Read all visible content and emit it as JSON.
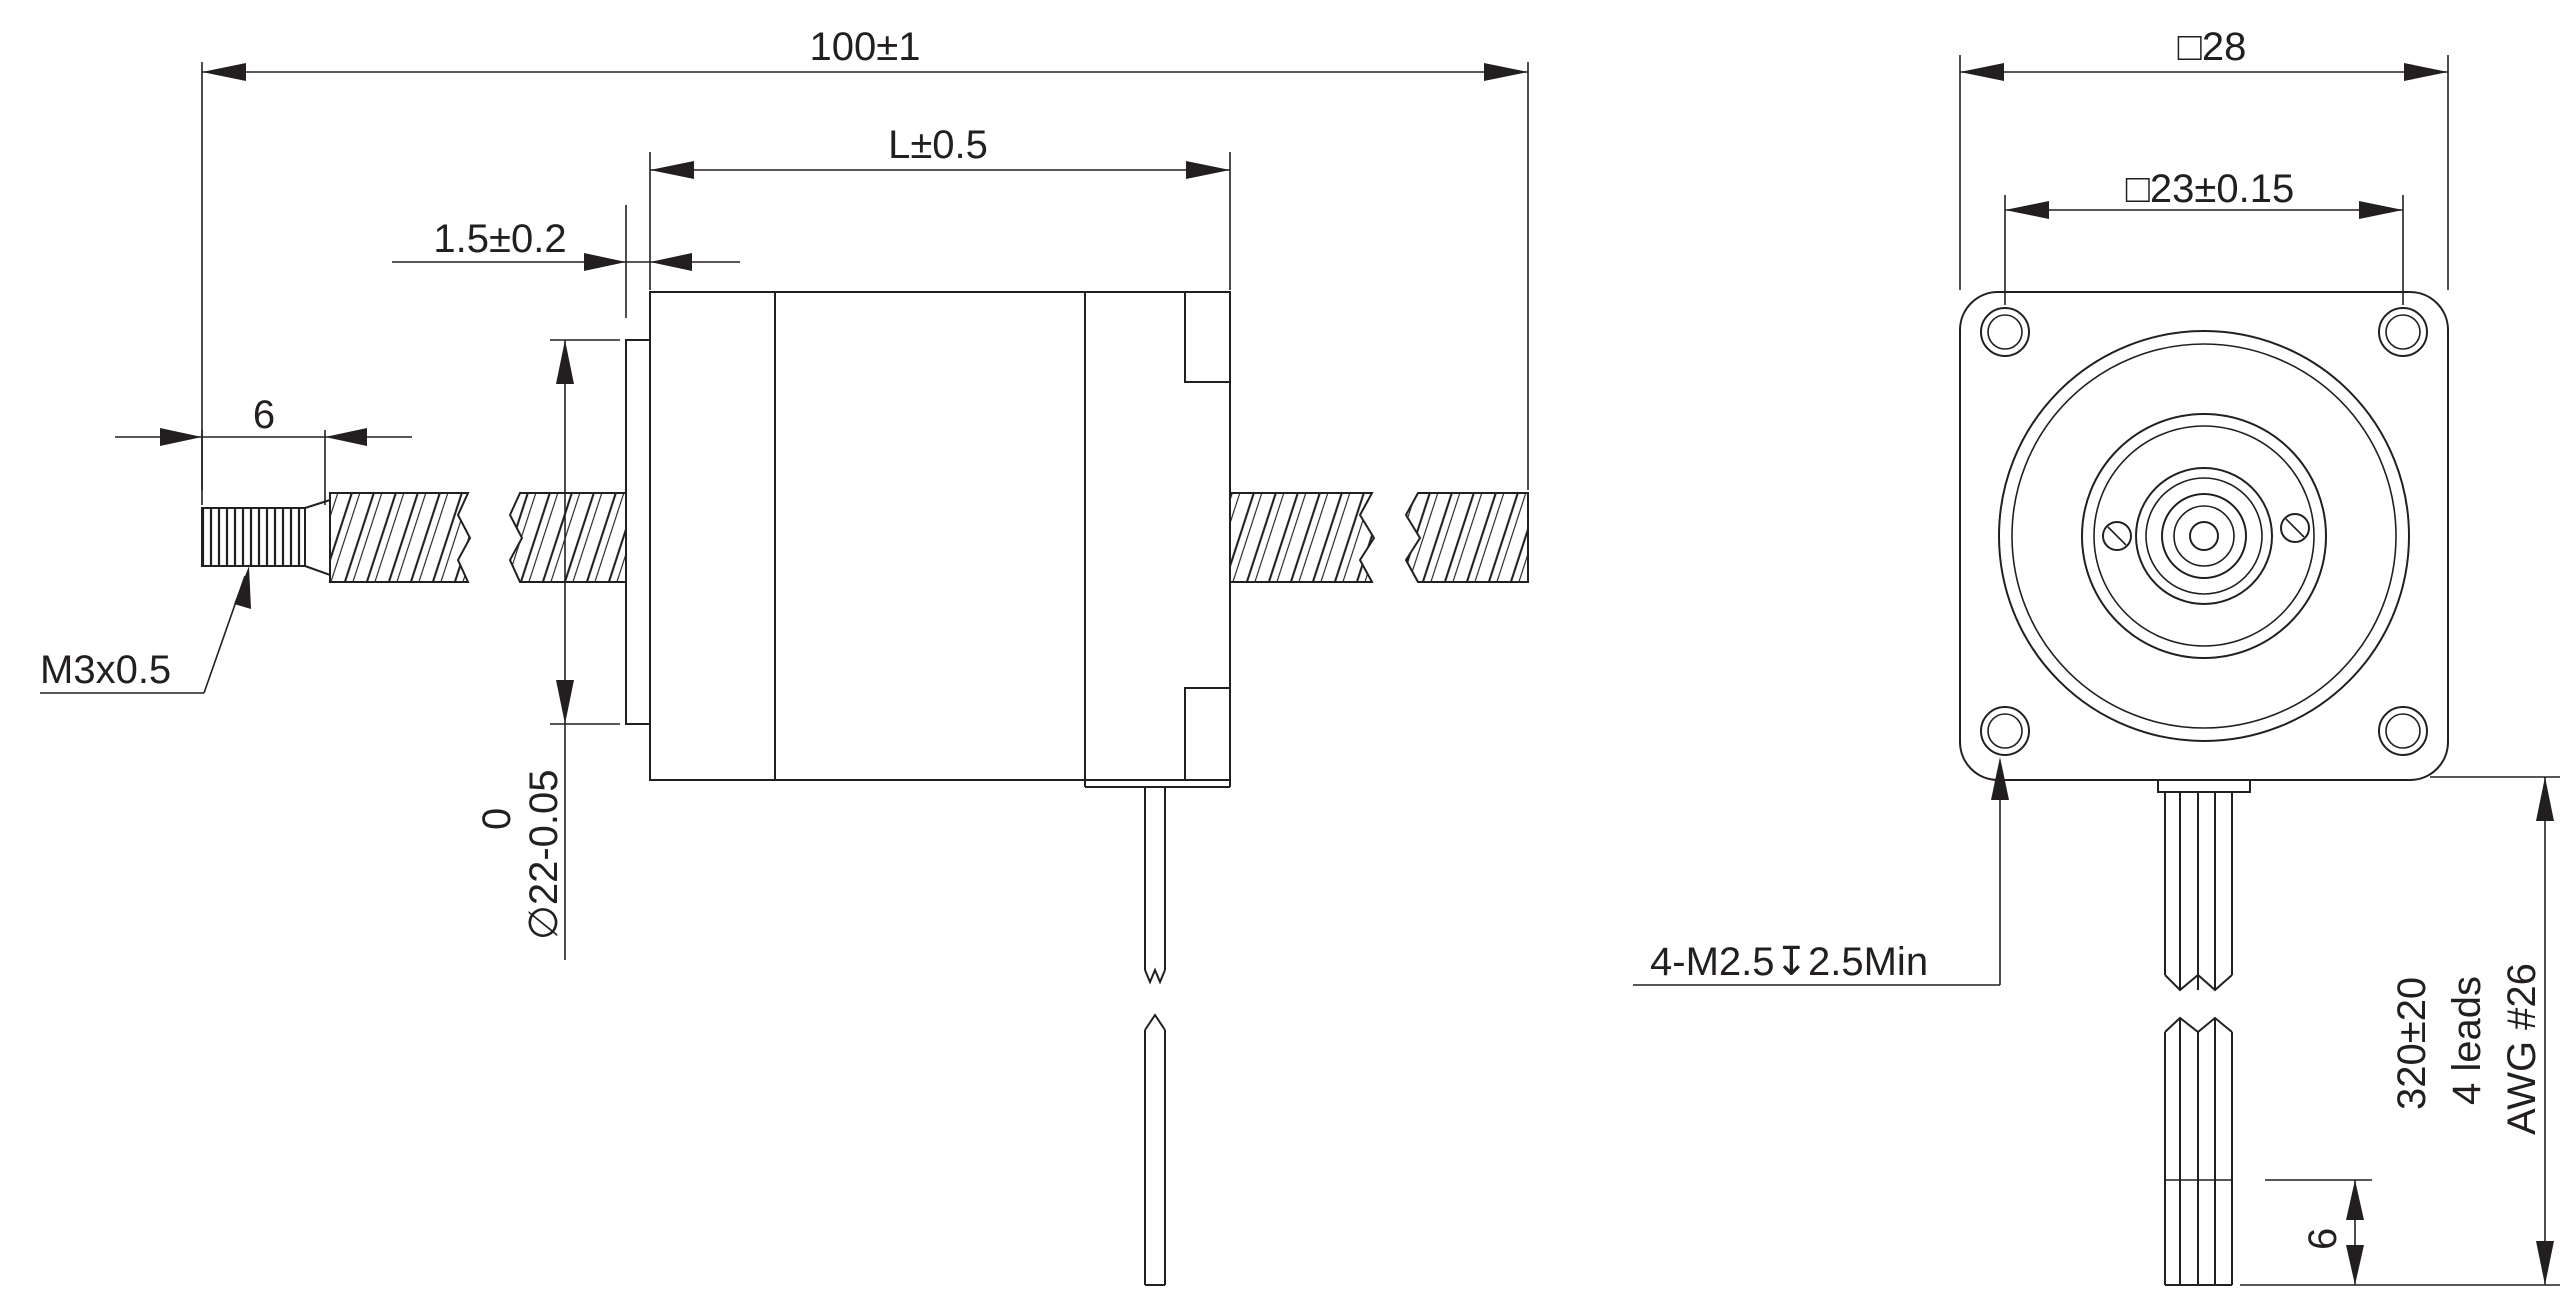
{
  "side_view": {
    "overall_length": "100±1",
    "body_length": "L±0.5",
    "boss_height": "1.5±0.2",
    "thread_length": "6",
    "thread_spec": "M3x0.5",
    "boss_diameter_value": "∅22-0.05",
    "boss_diameter_upper": "0"
  },
  "front_view": {
    "flange_size": "□28",
    "hole_spacing": "□23±0.15",
    "mount_holes": "4-M2.5↧2.5Min",
    "lead_length": "320±20",
    "lead_count": "4 leads",
    "lead_gauge": "AWG #26",
    "strip_length": "6"
  }
}
